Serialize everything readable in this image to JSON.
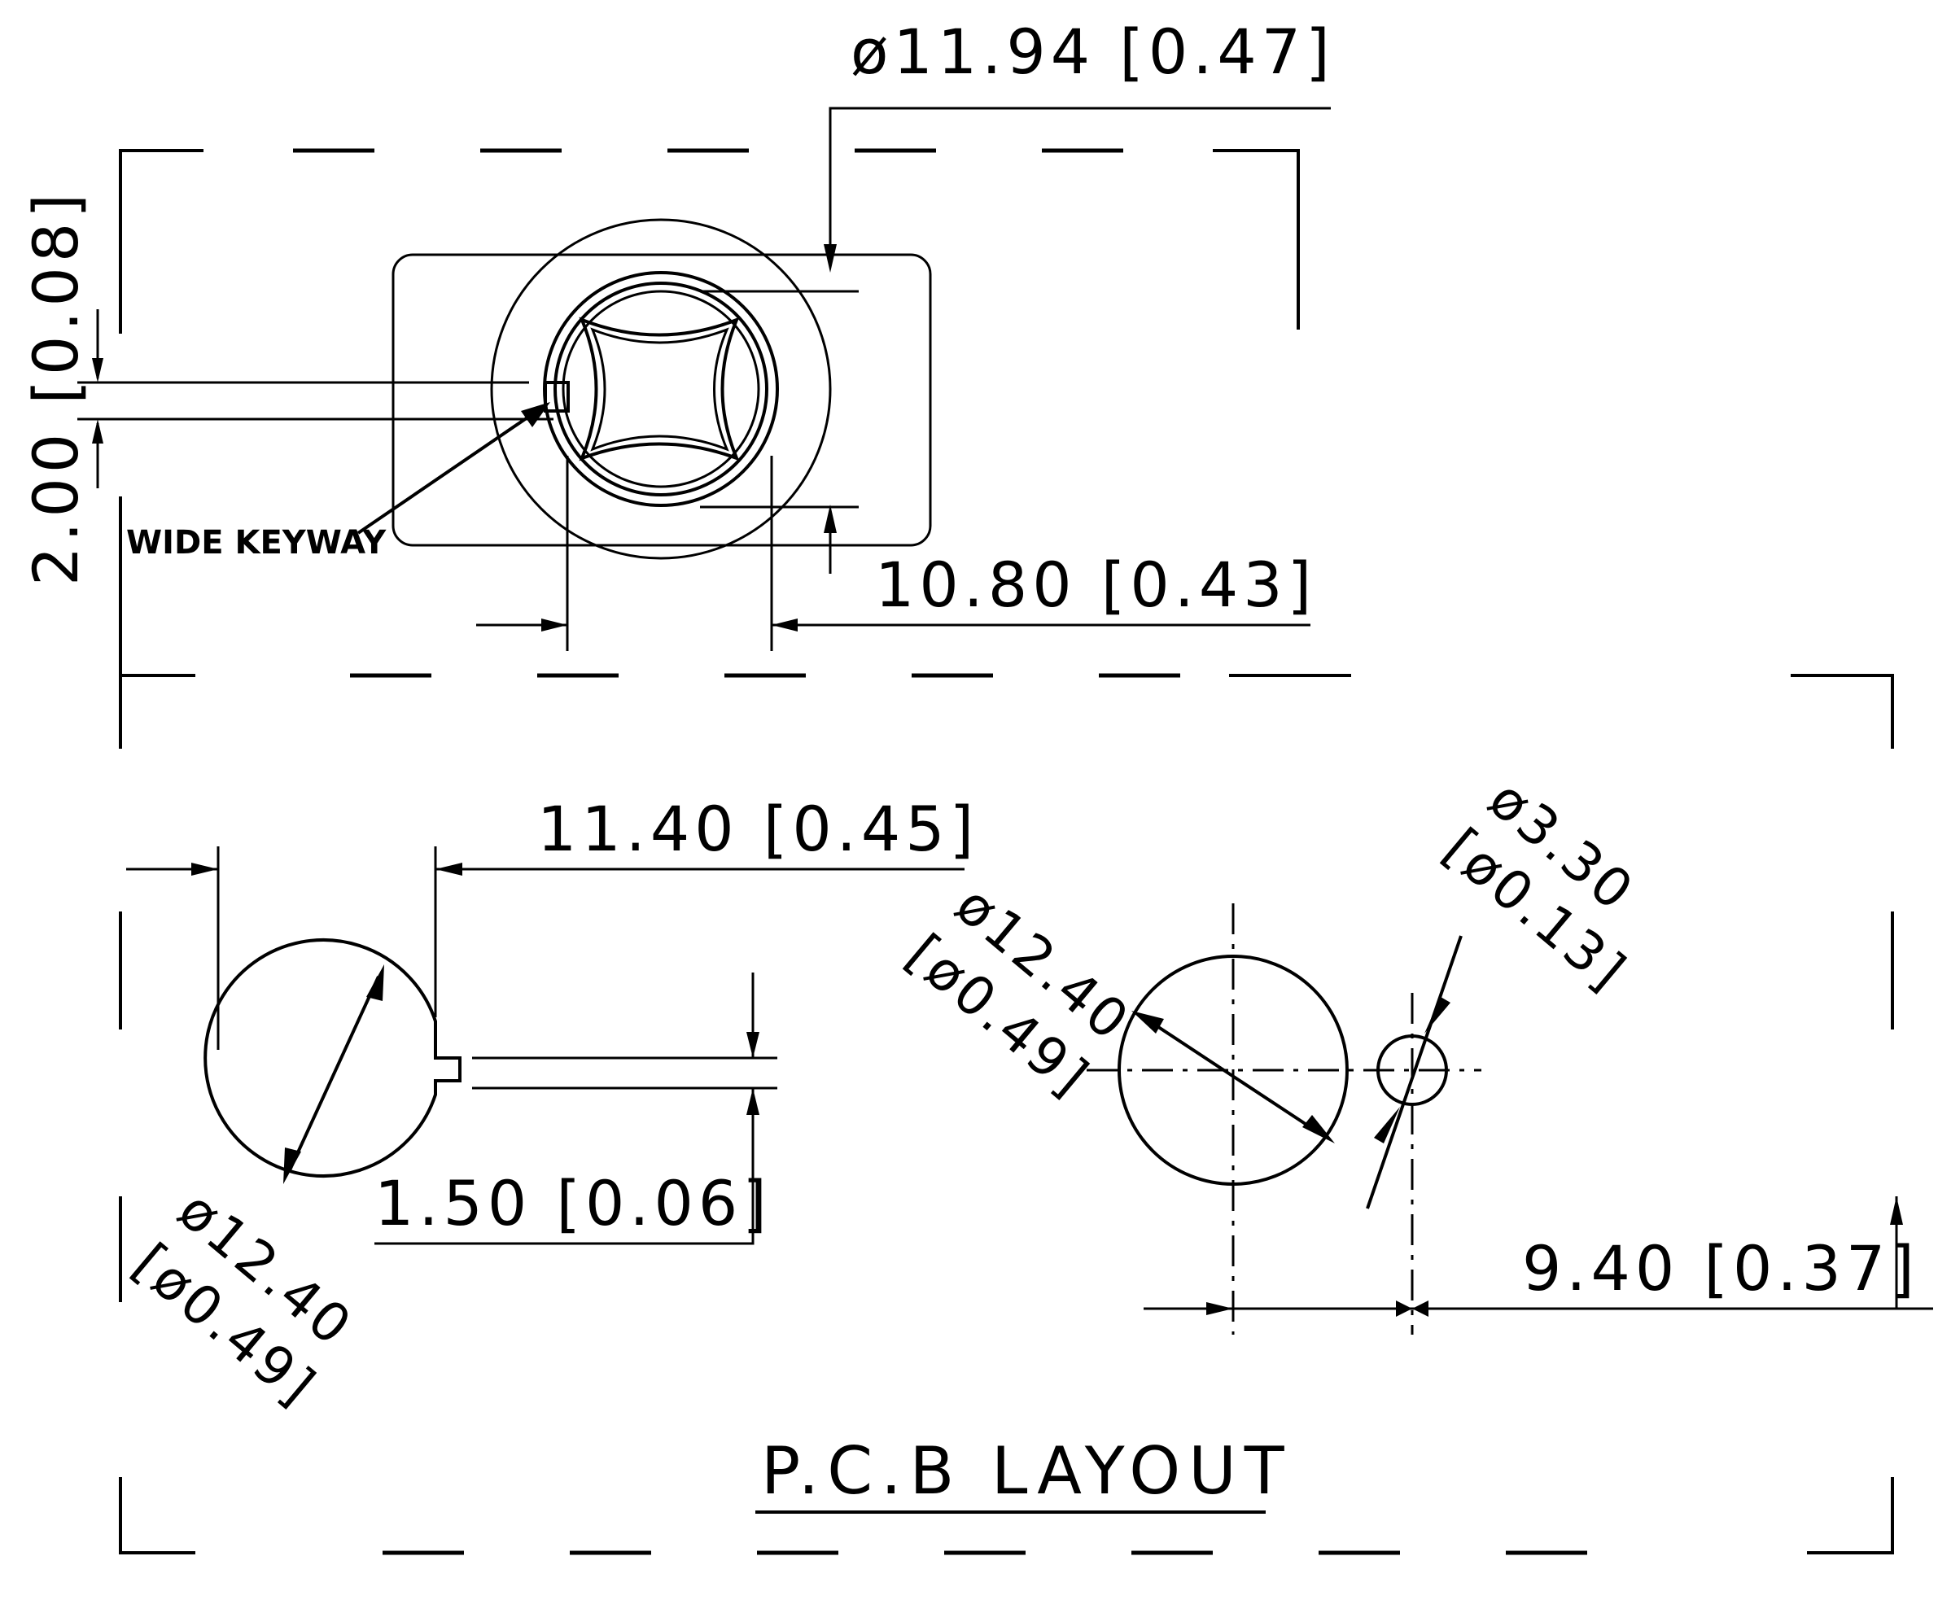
{
  "top_view": {
    "dim_diameter": "ø11.94 [0.47]",
    "dim_keyway_height": "2.00 [0.08]",
    "dim_width": "10.80 [0.43]",
    "note_keyway": "WIDE KEYWAY"
  },
  "pcb_view": {
    "dim_span": "11.40 [0.45]",
    "dim_hole_dia_left_1": "ø12.40",
    "dim_hole_dia_left_2": "[ø0.49]",
    "dim_slot": "1.50 [0.06]",
    "dim_hole_dia_right_1": "ø12.40",
    "dim_hole_dia_right_2": "[ø0.49]",
    "dim_pin_dia_1": "ø3.30",
    "dim_pin_dia_2": "[ø0.13]",
    "dim_offset": "9.40 [0.37]",
    "title": "P.C.B LAYOUT"
  }
}
